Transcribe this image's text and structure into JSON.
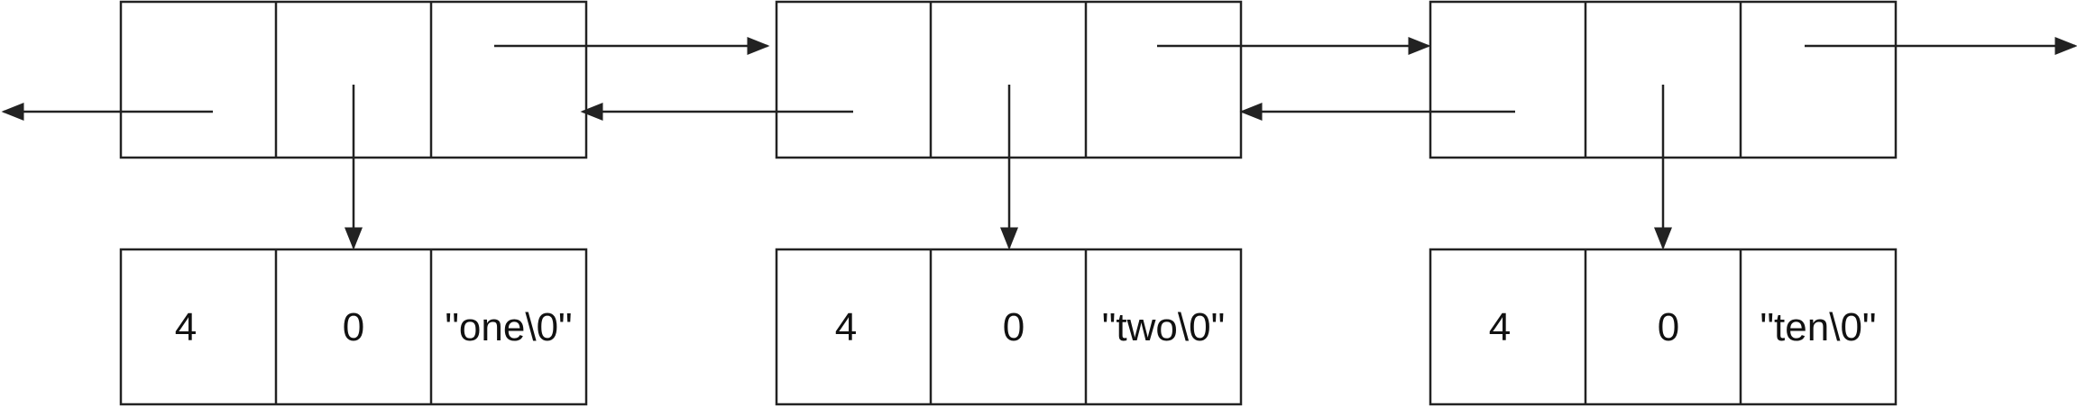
{
  "colors": {
    "stroke": "#222222",
    "text": "#111111",
    "background": "#ffffff"
  },
  "nodes": [
    {
      "data_cells": [
        "4",
        "0",
        "\"one\\0\""
      ]
    },
    {
      "data_cells": [
        "4",
        "0",
        "\"two\\0\""
      ]
    },
    {
      "data_cells": [
        "4",
        "0",
        "\"ten\\0\""
      ]
    }
  ]
}
